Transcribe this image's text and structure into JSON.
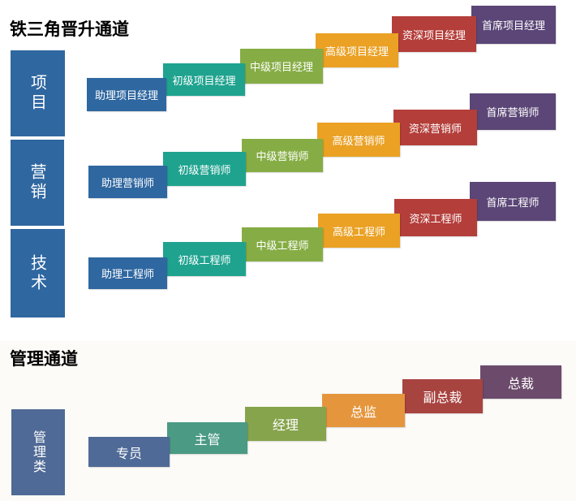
{
  "section1": {
    "title": "铁三角晋升通道",
    "categories": [
      "项目",
      "营销",
      "技术"
    ],
    "rows": [
      [
        "助理项目经理",
        "初级项目经理",
        "中级项目经理",
        "高级项目经理",
        "资深项目经理",
        "首席项目经理"
      ],
      [
        "助理营销师",
        "初级营销师",
        "中级营销师",
        "高级营销师",
        "资深营销师",
        "首席营销师"
      ],
      [
        "助理工程师",
        "初级工程师",
        "中级工程师",
        "高级工程师",
        "资深工程师",
        "首席工程师"
      ]
    ]
  },
  "section2": {
    "title": "管理通道",
    "category": "管理类",
    "levels": [
      "专员",
      "主管",
      "经理",
      "总监",
      "副总裁",
      "总裁"
    ]
  },
  "colors": {
    "category": "#2f67a0",
    "steps": [
      "#2f67a0",
      "#1fa38f",
      "#86ad45",
      "#eaa124",
      "#b43e3a",
      "#5b4677"
    ],
    "mgmt": [
      "#4f6a96",
      "#4a9a84",
      "#86a44c",
      "#e5963d",
      "#a84440",
      "#6c4a6b"
    ]
  }
}
